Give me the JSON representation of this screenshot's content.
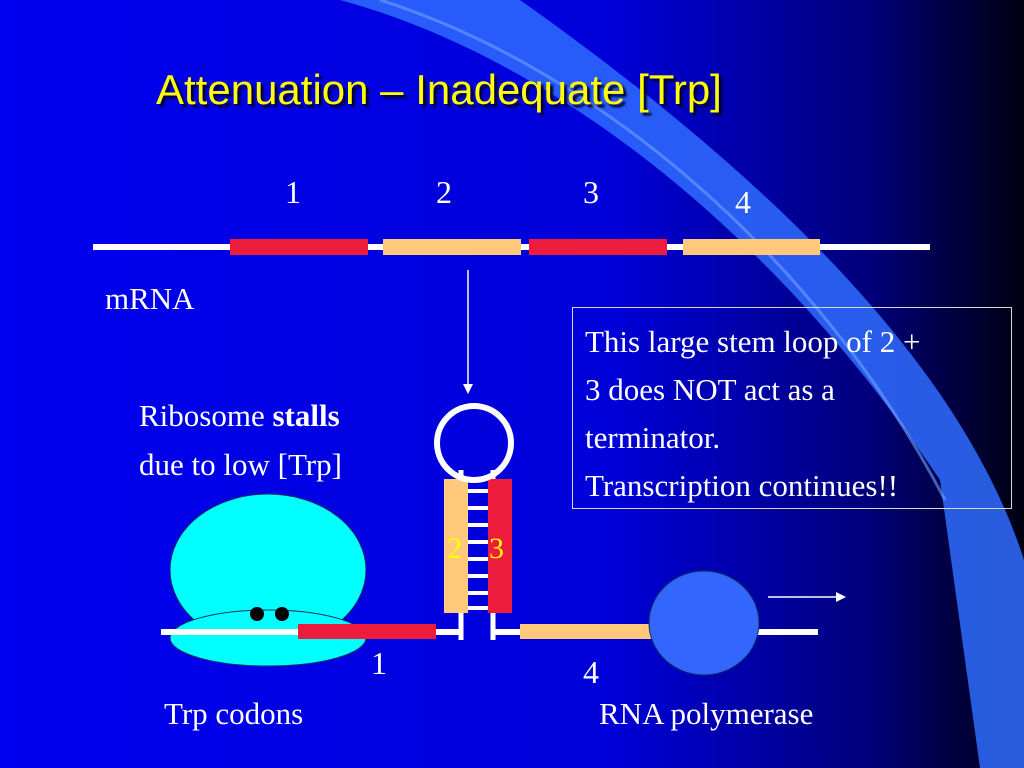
{
  "title": "Attenuation  –  Inadequate [Trp]",
  "regions": {
    "top": [
      "1",
      "2",
      "3",
      "4"
    ],
    "stem_left": "2",
    "stem_right": "3",
    "bottom_1": "1",
    "bottom_4": "4"
  },
  "labels": {
    "mrna": "mRNA",
    "ribosome_prefix": "Ribosome ",
    "ribosome_bold": "stalls",
    "ribosome_line2": "due to low [Trp]",
    "trp_codons": "Trp codons",
    "rna_polymerase": "RNA polymerase"
  },
  "callout": {
    "lines": [
      "This large stem loop of 2 +",
      "3 does NOT act as a",
      "terminator.",
      "Transcription continues!!"
    ]
  },
  "colors": {
    "background": "#0000ee",
    "red_region": "#ee1c3c",
    "orange_region": "#ffc87a",
    "title": "#ffff00",
    "ribosome": "#00ffff",
    "polymerase": "#3366ff",
    "stem_number": "#ffff00"
  }
}
